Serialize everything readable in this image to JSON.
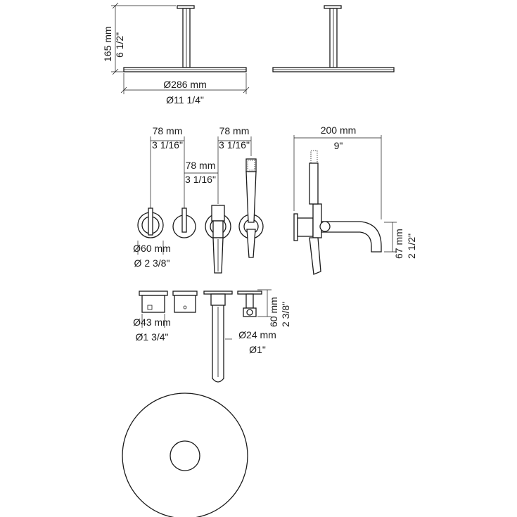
{
  "dimensions": {
    "ceiling_height_mm": "165 mm",
    "ceiling_height_in": "6 1/2\"",
    "shower_head_dia_mm": "Ø286 mm",
    "shower_head_dia_in": "Ø11 1/4\"",
    "spacing_a_mm": "78 mm",
    "spacing_a_in": "3 1/16\"",
    "spacing_b_mm": "78 mm",
    "spacing_b_in": "3 1/16\"",
    "spacing_c_mm": "78 mm",
    "spacing_c_in": "3 1/16\"",
    "spout_reach_mm": "200 mm",
    "spout_reach_in": "9\"",
    "spout_height_mm": "67 mm",
    "spout_height_in": "2 1/2\"",
    "trim_dia_mm": "Ø60 mm",
    "trim_dia_in": "Ø 2 3/8\"",
    "handle_dia_mm": "Ø43 mm",
    "handle_dia_in": "Ø1 3/4\"",
    "spout_dia_mm": "Ø24 mm",
    "spout_dia_in": "Ø1\"",
    "holder_depth_mm": "60 mm",
    "holder_depth_in": "2 3/8\""
  }
}
